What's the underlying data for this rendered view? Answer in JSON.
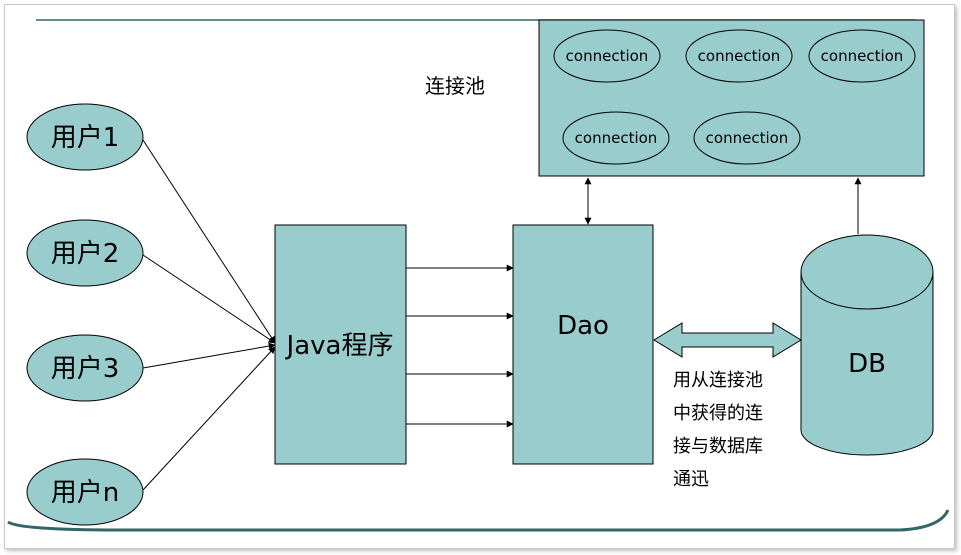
{
  "colors": {
    "fill": "#99cccc",
    "stroke": "#000000",
    "accent_line": "#336666"
  },
  "pool_label": "连接池",
  "connections": [
    "connection",
    "connection",
    "connection",
    "connection",
    "connection"
  ],
  "users": [
    "用户1",
    "用户2",
    "用户3",
    "用户n"
  ],
  "java_label": "Java程序",
  "dao_label": "Dao",
  "db_label": "DB",
  "note_lines": [
    "用从连接池",
    "中获得的连",
    "接与数据库",
    "通迅"
  ]
}
